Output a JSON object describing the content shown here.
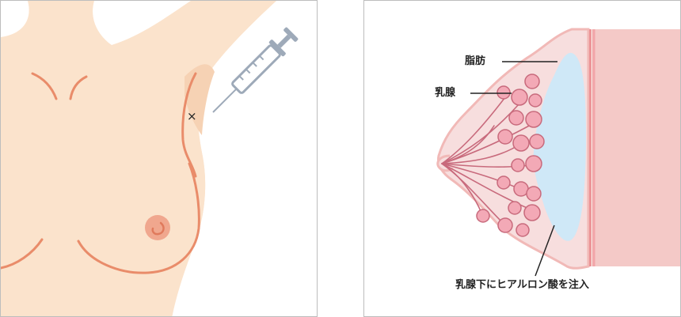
{
  "injection_diagram": {
    "insertion_mark": "×",
    "icons": [
      "syringe-icon"
    ]
  },
  "anatomy_diagram": {
    "labels": {
      "fat": "脂肪",
      "mammary_gland": "乳腺",
      "injection_site": "乳腺下にヒアルロン酸を注入"
    }
  },
  "colors": {
    "skin": "#fbe3cc",
    "skin_outline": "#e98c6a",
    "areola": "#f0a78e",
    "breast_tissue": "#f7dede",
    "gland": "#f3a9b6",
    "gland_outline": "#c86a7c",
    "implant": "#cfe8f7",
    "chest_wall": "#f4c9c7",
    "muscle_line": "#e87a80",
    "syringe": "#9eaab9"
  }
}
